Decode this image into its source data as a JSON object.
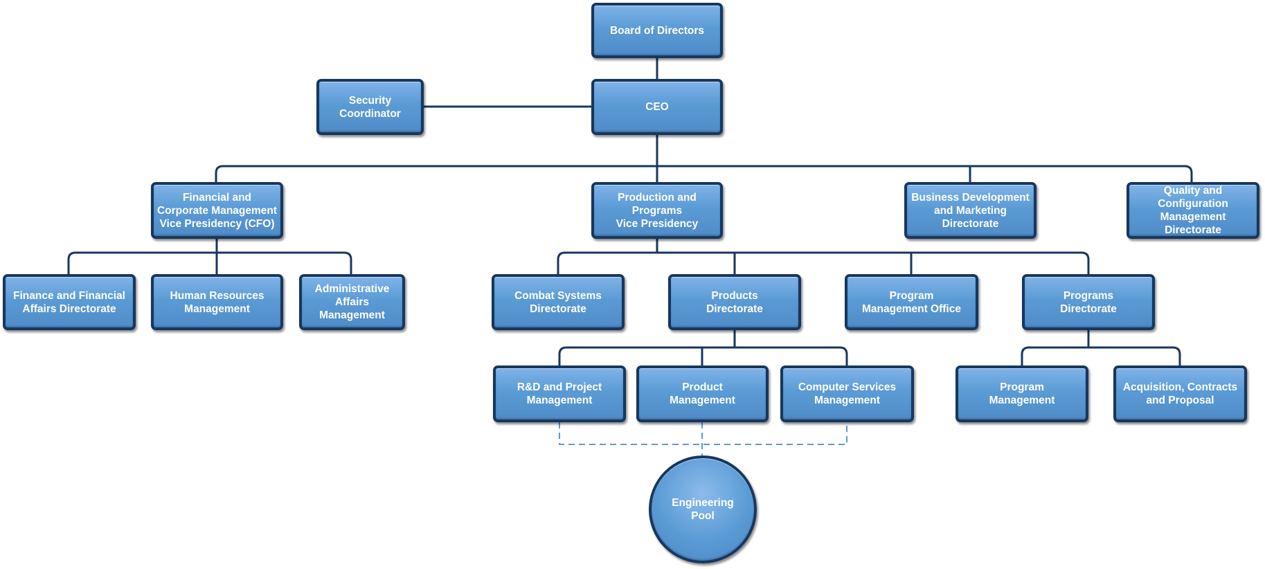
{
  "org_chart": {
    "board": "Board of Directors",
    "security_coordinator": "Security\nCoordinator",
    "ceo": "CEO",
    "cfo": "Financial and\nCorporate Management\nVice Presidency (CFO)",
    "production_vp": "Production and\nPrograms\nVice Presidency",
    "business_dev": "Business Development\nand Marketing\nDirectorate",
    "quality_config": "Quality and\nConfiguration\nManagement\nDirectorate",
    "finance": "Finance and Financial\nAffairs Directorate",
    "human_resources": "Human Resources\nManagement",
    "administrative": "Administrative\nAffairs\nManagement",
    "combat_systems": "Combat Systems\nDirectorate",
    "products_directorate": "Products\nDirectorate",
    "program_office": "Program\nManagement Office",
    "programs_directorate": "Programs\nDirectorate",
    "rnd": "R&D and Project\nManagement",
    "product_management": "Product\nManagement",
    "computer_services": "Computer Services\nManagement",
    "program_management": "Program\nManagement",
    "acquisition": "Acquisition, Contracts\nand Proposal",
    "engineering_pool": "Engineering\nPool"
  },
  "colors": {
    "box_fill": "#5b9bd5",
    "box_border": "#17375e",
    "connector": "#17375e",
    "dashed_connector": "#5b9bd5",
    "text": "#ffffff"
  }
}
